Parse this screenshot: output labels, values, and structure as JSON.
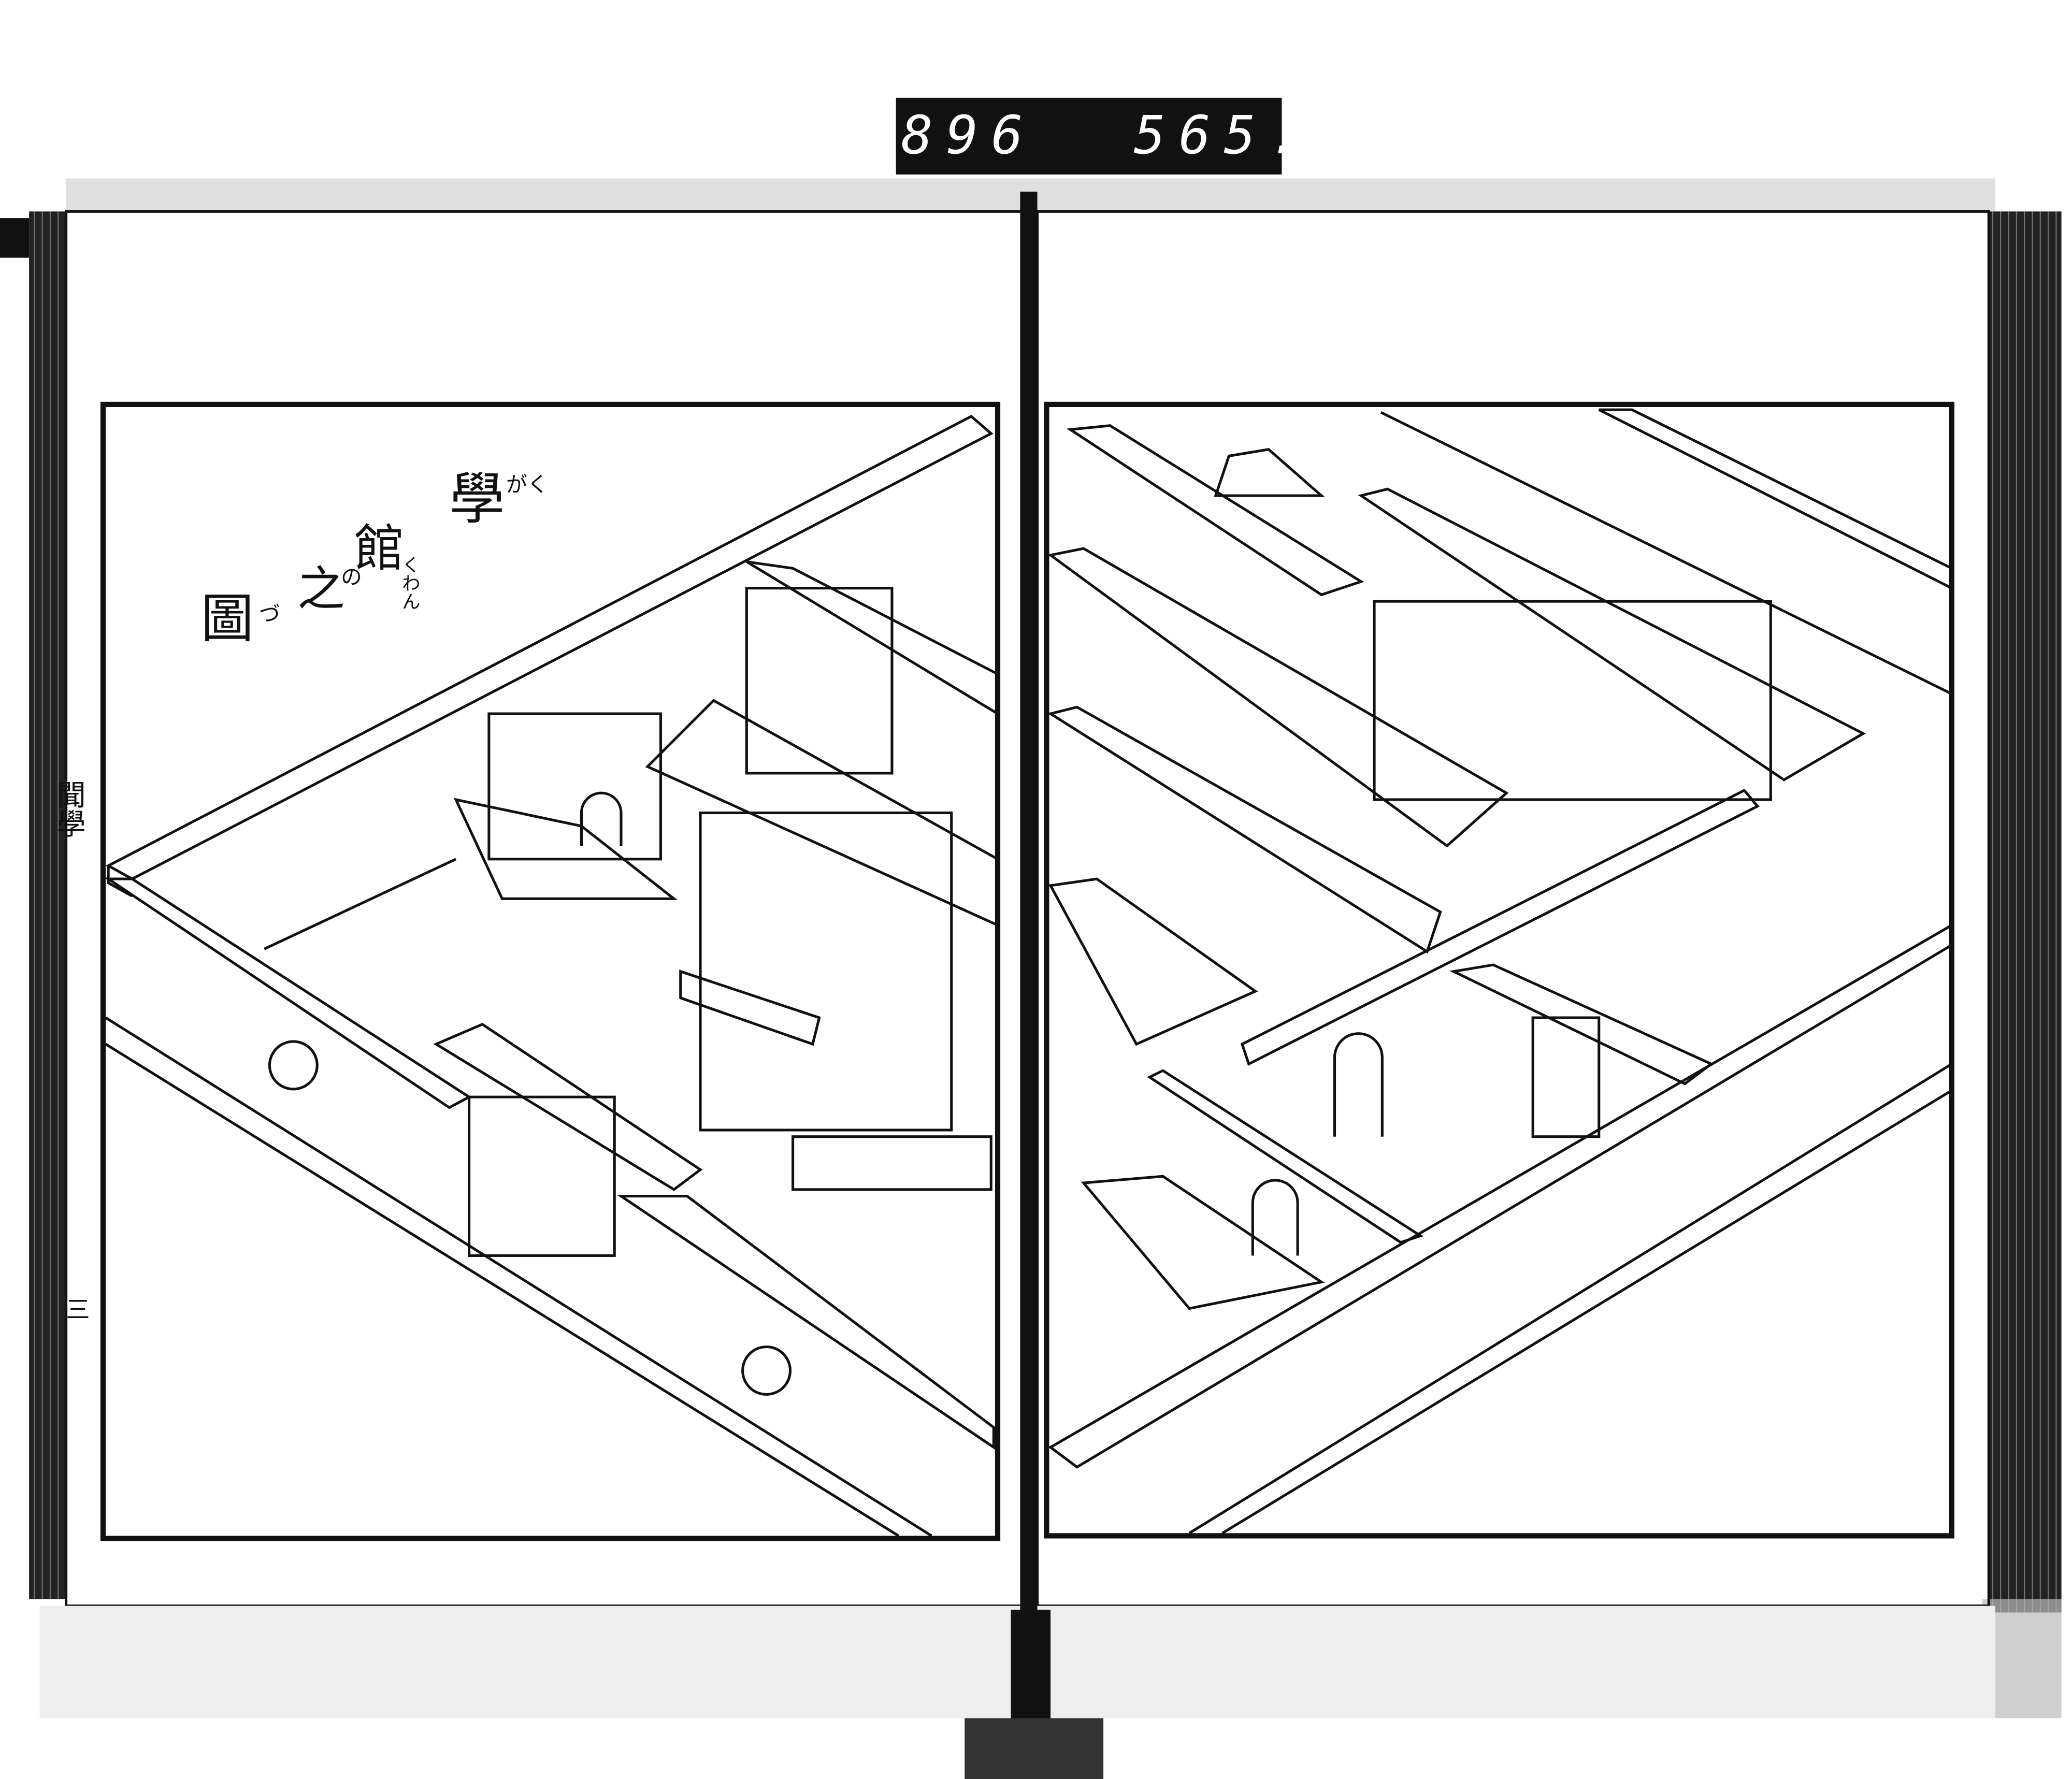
{
  "catalog_label": {
    "left_number": "896",
    "right_number": "565."
  },
  "title": {
    "chars": [
      "學",
      "館",
      "之",
      "圖"
    ],
    "furigana": [
      "がく",
      "くわん",
      "の",
      "づ"
    ]
  },
  "margin": {
    "running_title": "聞學",
    "page_number": "三"
  },
  "colors": {
    "ink": "#111111",
    "paper": "#ffffff",
    "label_bg": "#111111"
  }
}
